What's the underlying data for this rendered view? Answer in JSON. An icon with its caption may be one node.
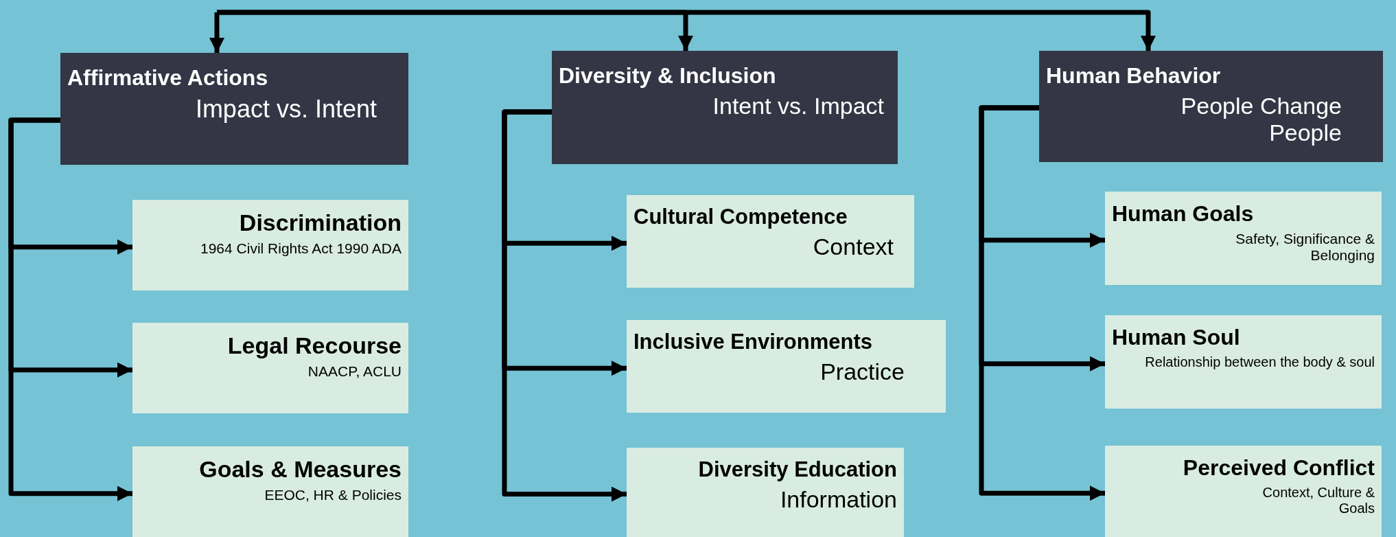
{
  "diagram": {
    "nodes": [
      {
        "text": [
          "Affirmative Actions",
          "Impact vs. Intent"
        ]
      },
      {
        "text": [
          "Discrimination",
          "1964 Civil Rights Act   1990 ADA"
        ]
      },
      {
        "text": [
          "Legal Recourse",
          "NAACP, ACLU"
        ]
      },
      {
        "text": [
          "Goals & Measures",
          "EEOC, HR & Policies"
        ]
      },
      {
        "text": [
          "Diversity & Inclusion",
          "Intent vs.  Impact"
        ]
      },
      {
        "text": [
          "Cultural Competence",
          "Context"
        ]
      },
      {
        "text": [
          "Inclusive Environments",
          "Practice"
        ]
      },
      {
        "text": [
          "Diversity Education",
          "Information"
        ]
      },
      {
        "text": [
          "Human Behavior",
          "People Change People"
        ]
      },
      {
        "text": [
          "Human Goals",
          "Safety, Significance & Belonging"
        ]
      },
      {
        "text": [
          "Human Soul",
          "Relationship between the body & soul"
        ]
      },
      {
        "text": [
          "Perceived Conflict",
          "Context, Culture & Goals"
        ]
      }
    ],
    "edges": [
      {
        "from": null,
        "to": 0,
        "arrow": "to"
      },
      {
        "from": null,
        "to": 4,
        "arrow": "to"
      },
      {
        "from": null,
        "to": 8,
        "arrow": "to"
      },
      {
        "from": 0,
        "to": 1,
        "arrow": "to"
      },
      {
        "from": 0,
        "to": 2,
        "arrow": "to"
      },
      {
        "from": 0,
        "to": 3,
        "arrow": "to"
      },
      {
        "from": 4,
        "to": 5,
        "arrow": "to"
      },
      {
        "from": 4,
        "to": 6,
        "arrow": "to"
      },
      {
        "from": 4,
        "to": 7,
        "arrow": "to"
      },
      {
        "from": 8,
        "to": 9,
        "arrow": "to"
      },
      {
        "from": 8,
        "to": 10,
        "arrow": "to"
      },
      {
        "from": 8,
        "to": 11,
        "arrow": "to"
      }
    ]
  }
}
